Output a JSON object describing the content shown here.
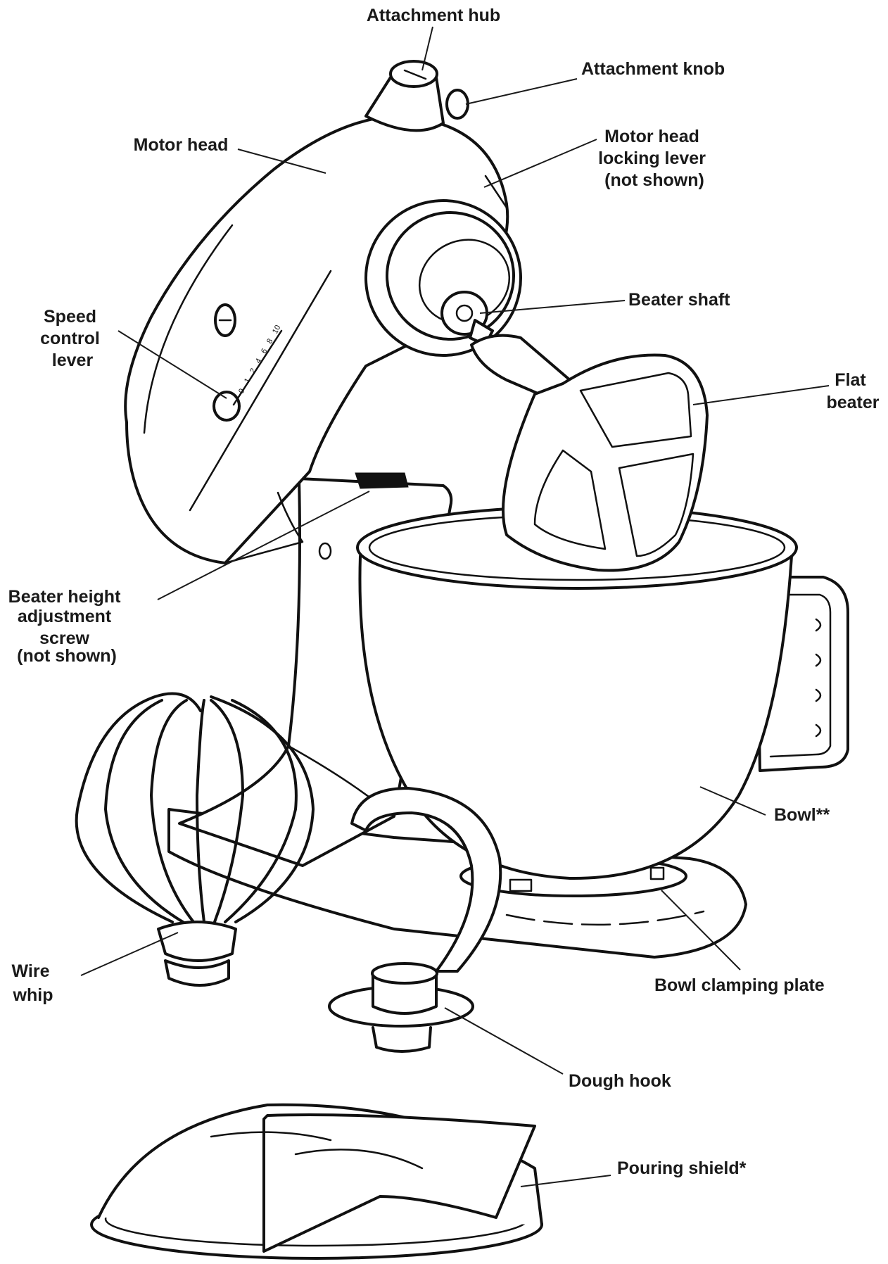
{
  "labels": {
    "attachment_hub": [
      "Attachment hub"
    ],
    "attachment_knob": [
      "Attachment knob"
    ],
    "motor_head": [
      "Motor head"
    ],
    "motor_head_locking_lever": [
      "Motor head",
      "locking lever",
      "(not shown)"
    ],
    "beater_shaft": [
      "Beater shaft"
    ],
    "speed_control_lever": [
      "Speed",
      "control",
      "lever"
    ],
    "flat_beater": [
      "Flat",
      "beater"
    ],
    "beater_height_screw": [
      "Beater height",
      "adjustment",
      "screw",
      "(not shown)"
    ],
    "bowl": [
      "Bowl**"
    ],
    "wire_whip": [
      "Wire",
      "whip"
    ],
    "bowl_clamping_plate": [
      "Bowl clamping plate"
    ],
    "dough_hook": [
      "Dough hook"
    ],
    "pouring_shield": [
      "Pouring shield*"
    ]
  },
  "speed_marks": [
    "0",
    "1",
    "2",
    "4",
    "6",
    "8",
    "10"
  ]
}
